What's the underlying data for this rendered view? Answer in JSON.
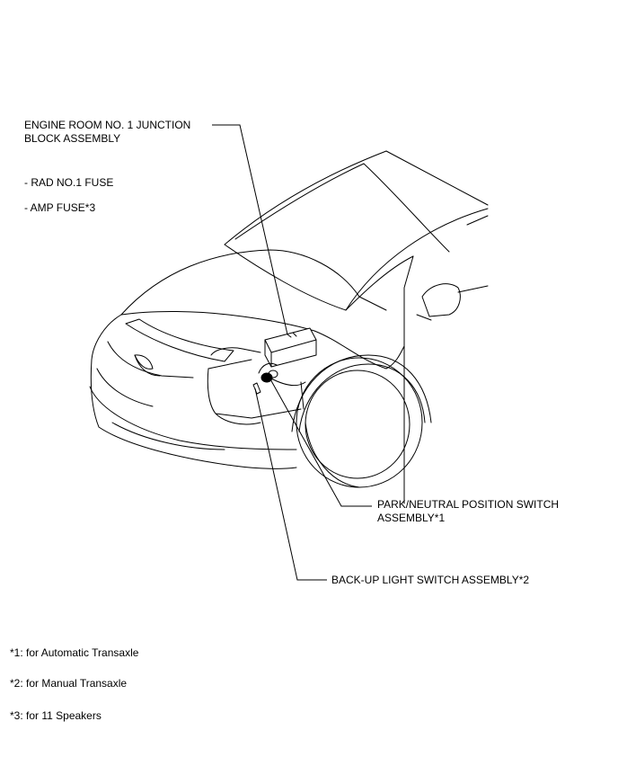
{
  "labels": {
    "junction_block_line1": "ENGINE ROOM NO. 1 JUNCTION",
    "junction_block_line2": "BLOCK ASSEMBLY",
    "fuse_rad": "- RAD NO.1 FUSE",
    "fuse_amp": "- AMP FUSE*3",
    "park_switch_line1": "PARK/NEUTRAL POSITION SWITCH",
    "park_switch_line2": "ASSEMBLY*1",
    "backup_switch": "BACK-UP LIGHT SWITCH ASSEMBLY*2"
  },
  "footnotes": {
    "note1": "*1: for Automatic Transaxle",
    "note2": "*2: for Manual Transaxle",
    "note3": "*3: for 11 Speakers"
  }
}
